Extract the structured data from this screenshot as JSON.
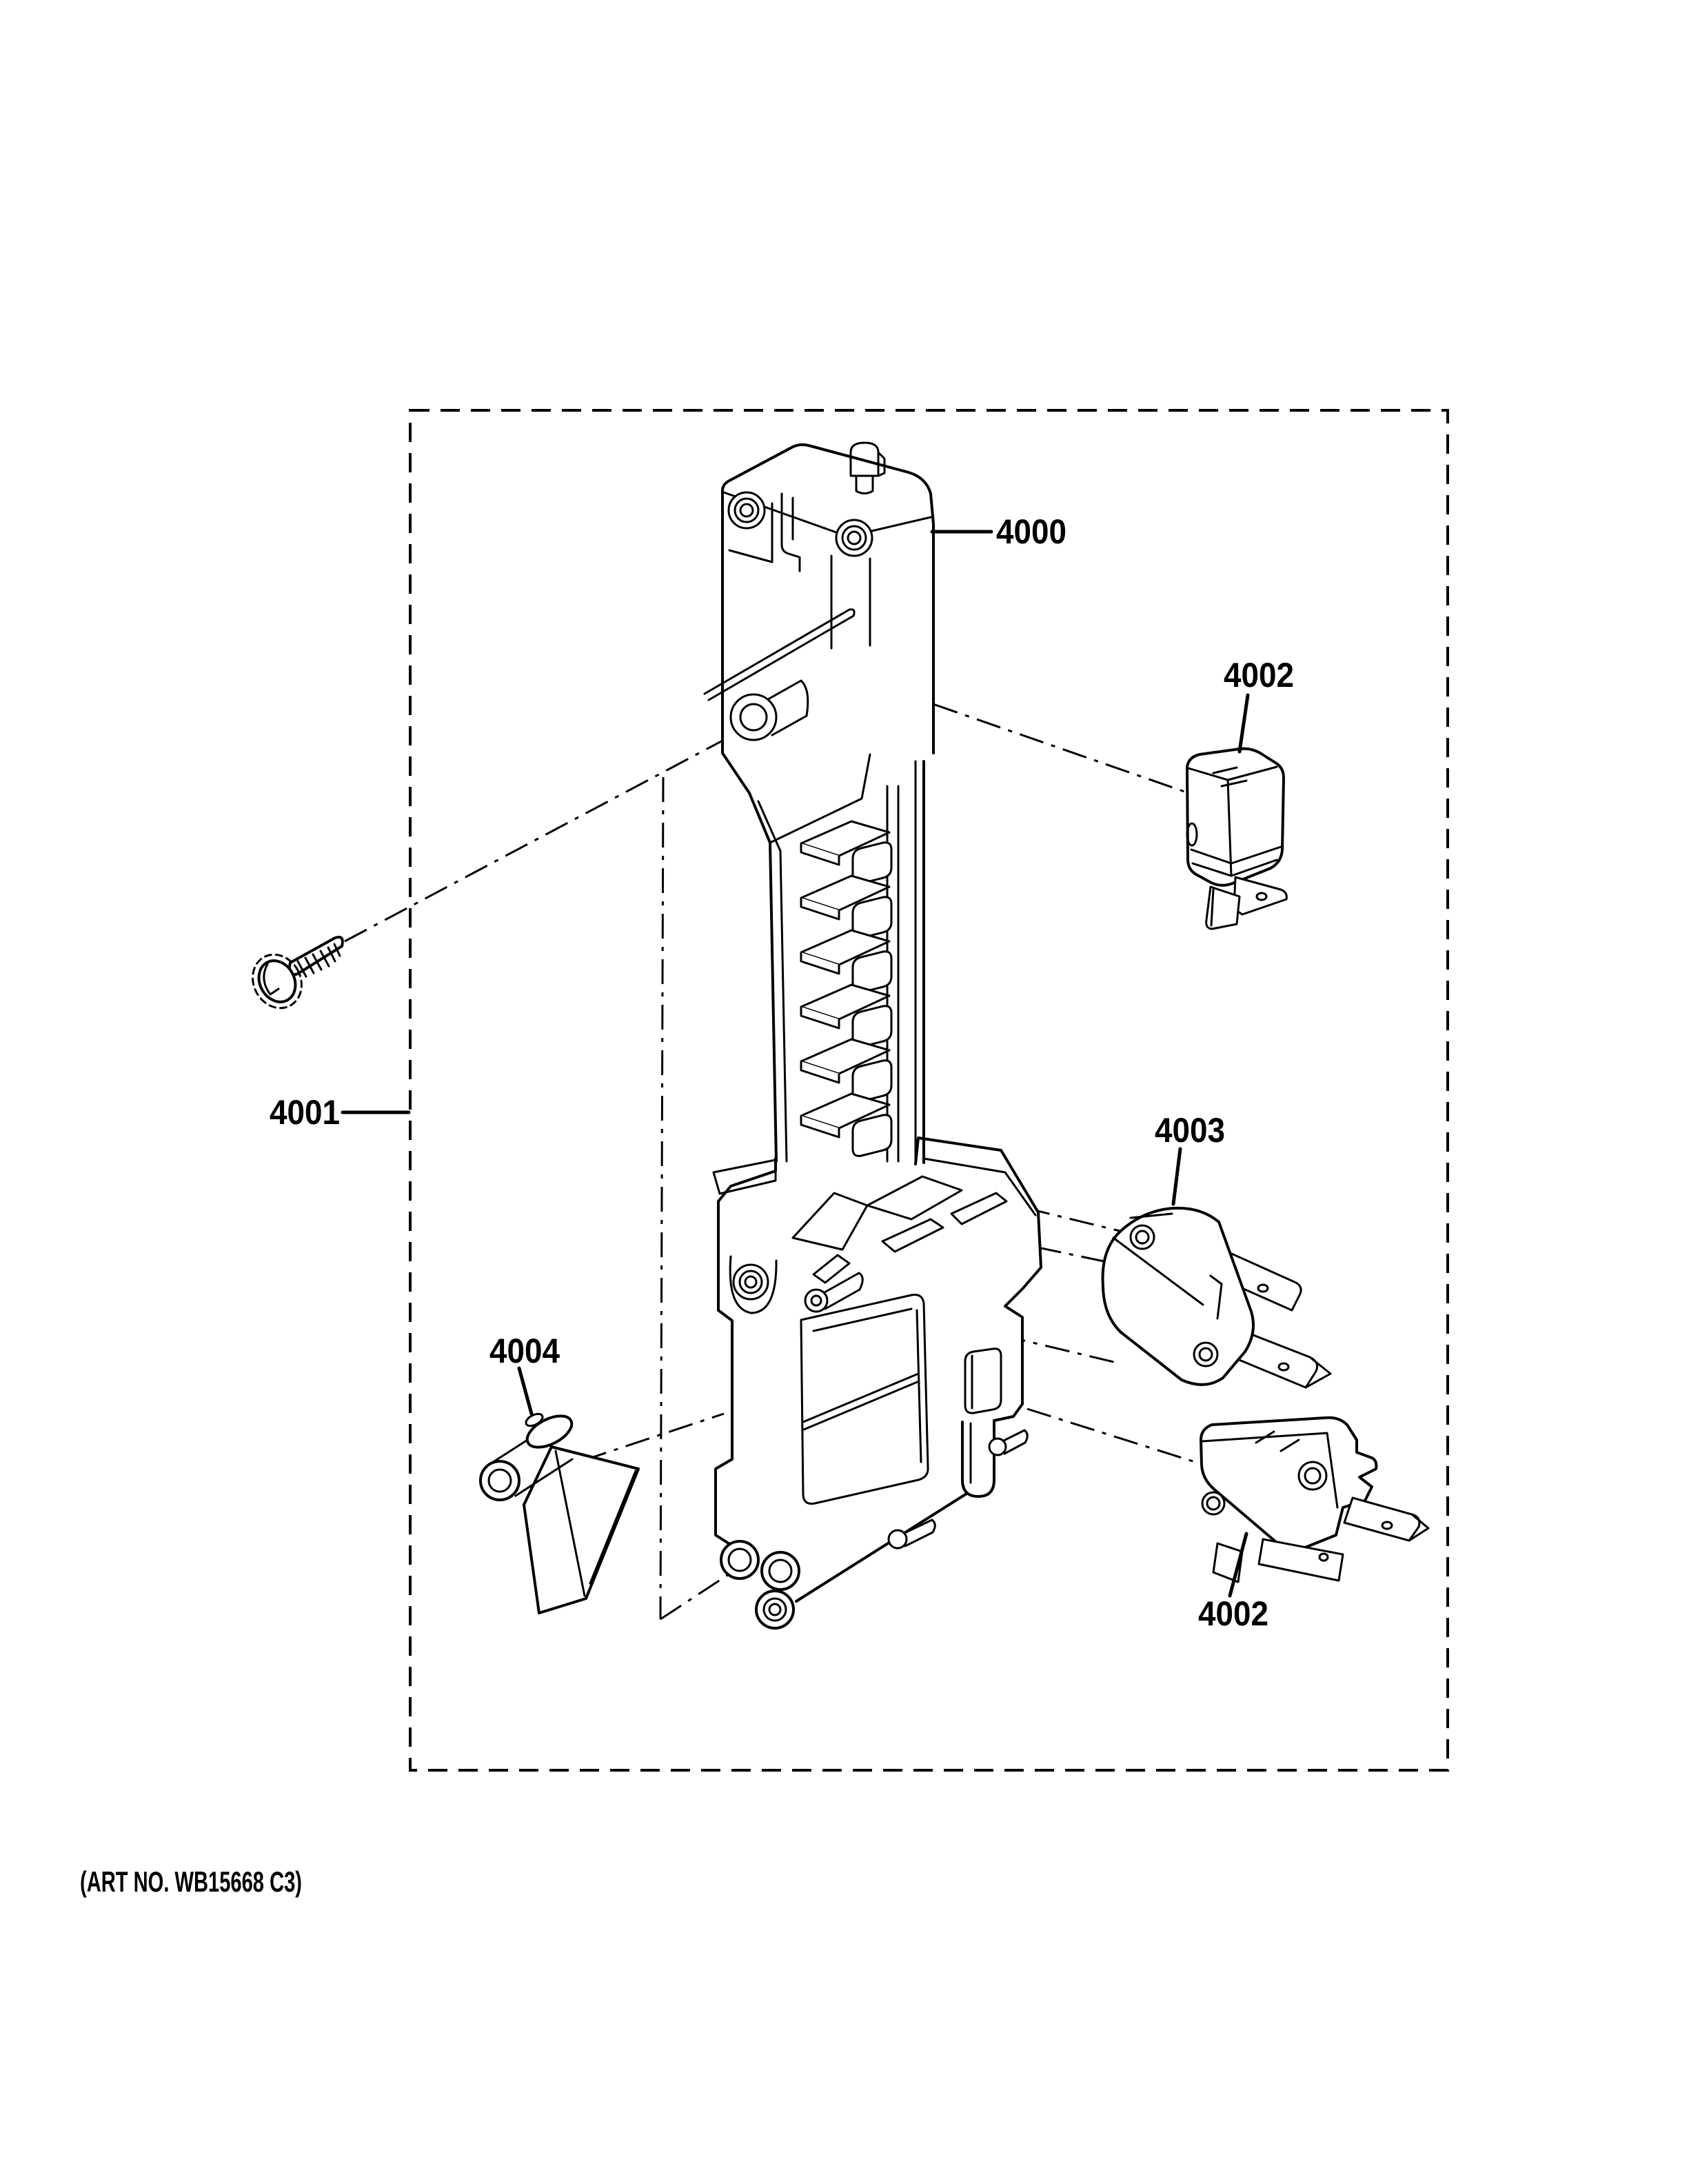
{
  "colors": {
    "ink": "#000000",
    "paper": "#ffffff"
  },
  "diagram": {
    "title_hidden": "",
    "art_number": "(ART NO. WB15668 C3)",
    "callouts": {
      "latch_board": "4000",
      "assembly_boundary": "4001",
      "monitor_switch_top": "4002",
      "interlock_switch": "4003",
      "monitor_switch_bottom": "4002",
      "latch_lever": "4004"
    }
  }
}
